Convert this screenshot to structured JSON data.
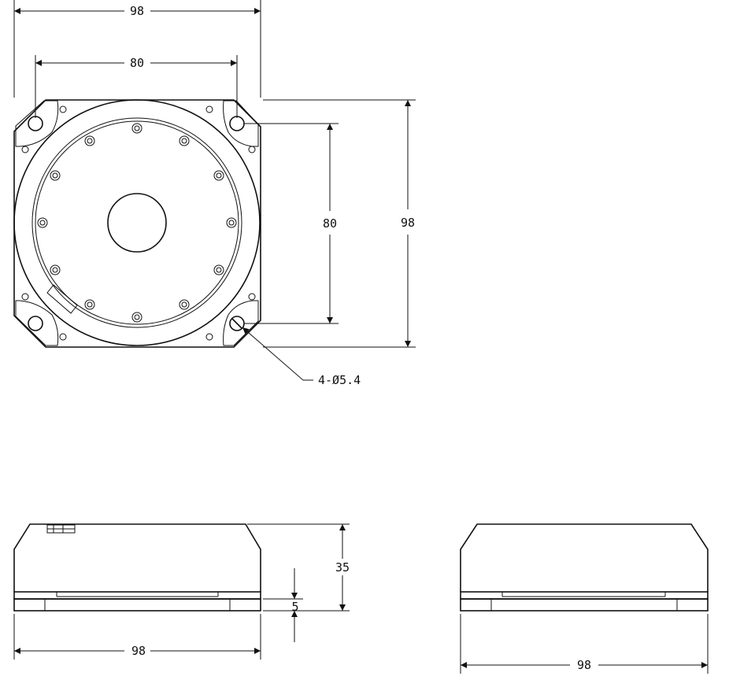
{
  "dimensions": {
    "top_width_outer": "98",
    "top_width_holes": "80",
    "top_height_holes": "80",
    "top_height_outer": "98",
    "hole_callout": "4-Ø5.4",
    "front_height": "35",
    "front_base": "5",
    "front_width": "98",
    "side_width": "98"
  }
}
